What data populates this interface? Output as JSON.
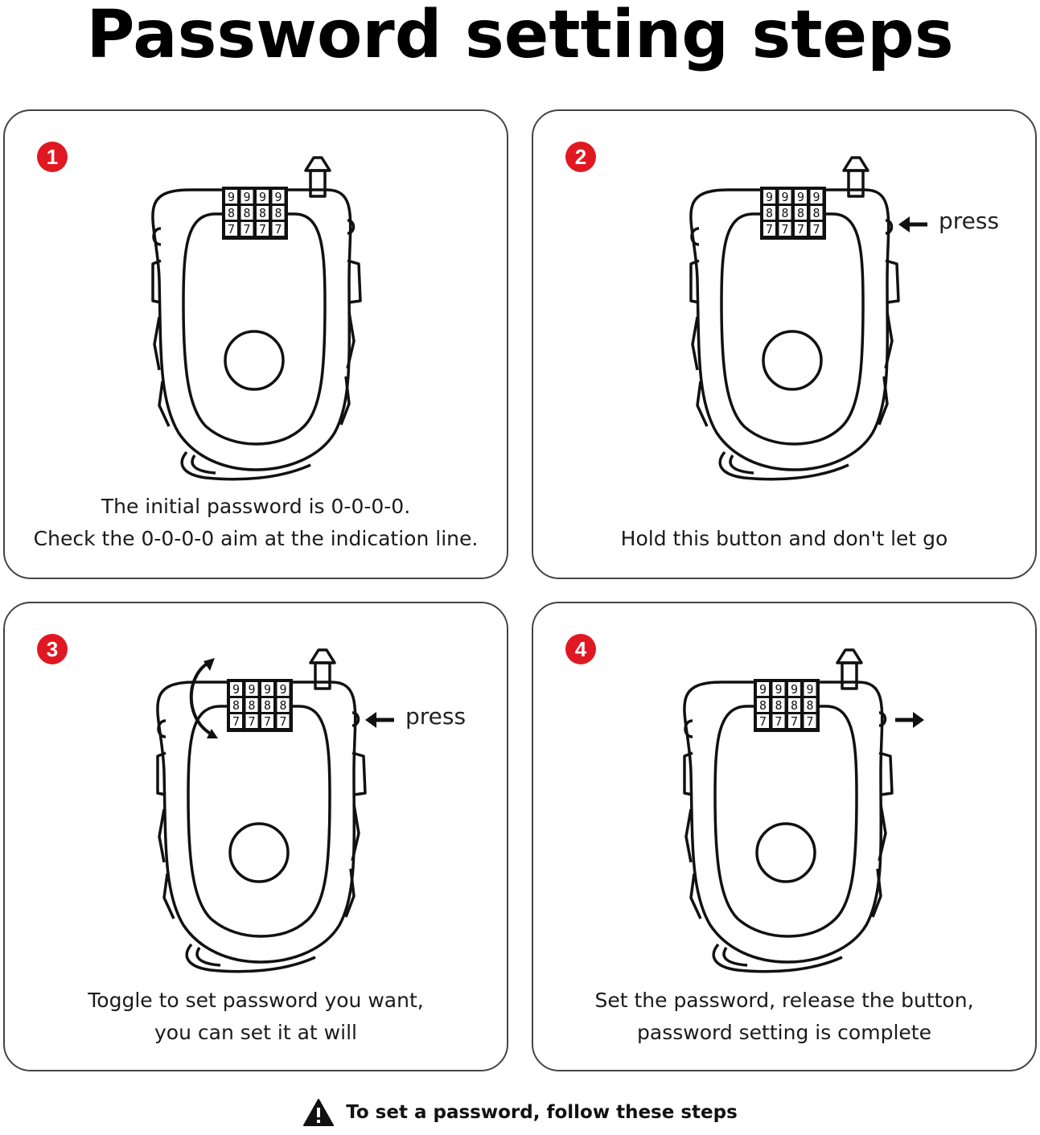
{
  "title": "Password setting steps",
  "steps": [
    {
      "number": "1",
      "caption_lines": [
        "The initial password is 0-0-0-0.",
        "Check the 0-0-0-0 aim at the indication line."
      ],
      "press_label": "",
      "arrow": "none",
      "toggle_arrow": false
    },
    {
      "number": "2",
      "caption_lines": [
        "Hold this button and don't let go"
      ],
      "press_label": "press",
      "arrow": "left",
      "toggle_arrow": false
    },
    {
      "number": "3",
      "caption_lines": [
        "Toggle to set password you want,",
        "you can set it at will"
      ],
      "press_label": "press",
      "arrow": "left",
      "toggle_arrow": true
    },
    {
      "number": "4",
      "caption_lines": [
        "Set the password, release the button,",
        "password setting is complete"
      ],
      "press_label": "",
      "arrow": "right",
      "toggle_arrow": false
    }
  ],
  "dial_digits": [
    "9",
    "8",
    "7"
  ],
  "footer": {
    "icon": "warning-triangle-icon",
    "text": "To set a password, follow these steps"
  },
  "colors": {
    "badge": "#e01822",
    "outline": "#111111",
    "card_border": "#444444"
  }
}
